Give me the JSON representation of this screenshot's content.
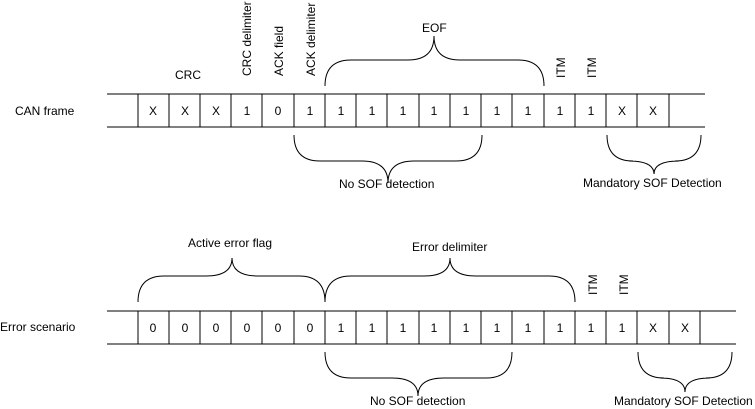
{
  "frame1": {
    "row_label": "CAN frame",
    "bits": [
      "X",
      "X",
      "X",
      "1",
      "0",
      "1",
      "1",
      "1",
      "1",
      "1",
      "1",
      "1",
      "1",
      "1",
      "1",
      "X",
      "X"
    ],
    "top_labels": {
      "crc": "CRC",
      "crc_delimiter": "CRC delimiter",
      "ack_field": "ACK field",
      "ack_delimiter": "ACK delimiter",
      "eof": "EOF",
      "itm1": "ITM",
      "itm2": "ITM"
    },
    "bottom_labels": {
      "no_sof": "No SOF detection",
      "mandatory_sof": "Mandatory SOF Detection"
    }
  },
  "frame2": {
    "row_label": "Error scenario",
    "bits": [
      "0",
      "0",
      "0",
      "0",
      "0",
      "0",
      "1",
      "1",
      "1",
      "1",
      "1",
      "1",
      "1",
      "1",
      "1",
      "1",
      "X",
      "X"
    ],
    "top_labels": {
      "active_error_flag": "Active error flag",
      "error_delimiter": "Error delimiter",
      "itm1": "ITM",
      "itm2": "ITM"
    },
    "bottom_labels": {
      "no_sof": "No SOF detection",
      "mandatory_sof": "Mandatory SOF Detection"
    }
  }
}
